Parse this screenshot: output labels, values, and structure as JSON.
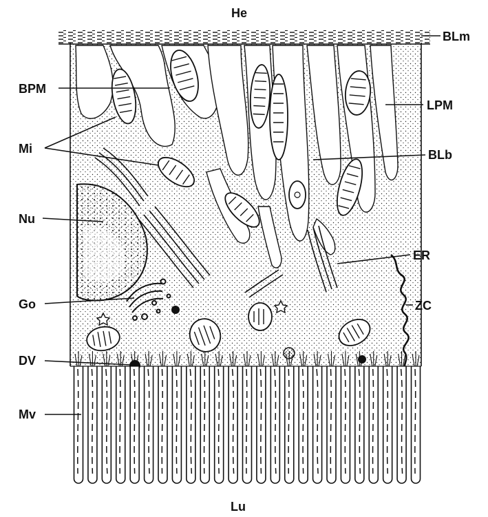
{
  "labels": {
    "he": "He",
    "lu": "Lu",
    "blm": "BLm",
    "bpm": "BPM",
    "lpm": "LPM",
    "mi": "Mi",
    "blb": "BLb",
    "nu": "Nu",
    "er": "ER",
    "go": "Go",
    "zc": "ZC",
    "dv": "DV",
    "mv": "Mv"
  },
  "colors": {
    "ink": "#111111",
    "background": "#ffffff"
  },
  "microvilli_count": 25
}
